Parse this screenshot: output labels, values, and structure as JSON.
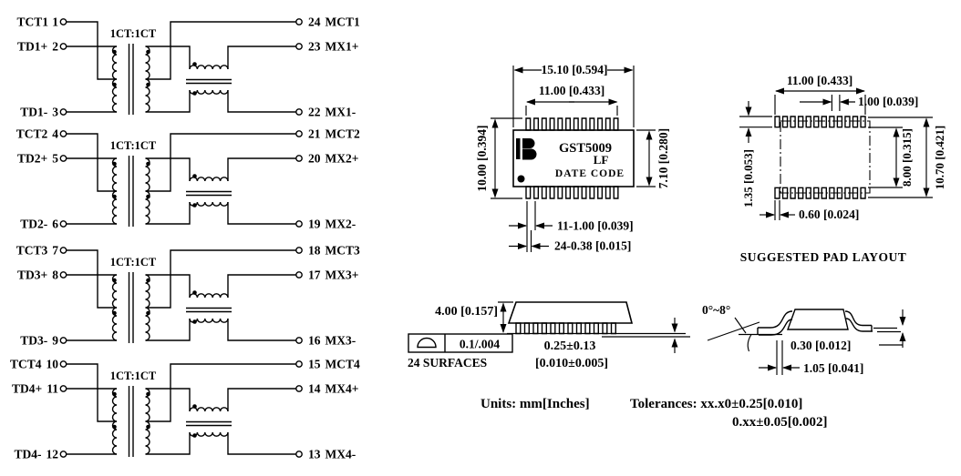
{
  "schematic": {
    "turns_ratio": "1CT:1CT",
    "groups": [
      {
        "left": [
          {
            "label": "TCT1",
            "pin": "1"
          },
          {
            "label": "TD1+",
            "pin": "2"
          },
          {
            "label": "TD1-",
            "pin": "3"
          }
        ],
        "right": [
          {
            "pin": "24",
            "label": "MCT1"
          },
          {
            "pin": "23",
            "label": "MX1+"
          },
          {
            "pin": "22",
            "label": "MX1-"
          }
        ]
      },
      {
        "left": [
          {
            "label": "TCT2",
            "pin": "4"
          },
          {
            "label": "TD2+",
            "pin": "5"
          },
          {
            "label": "TD2-",
            "pin": "6"
          }
        ],
        "right": [
          {
            "pin": "21",
            "label": "MCT2"
          },
          {
            "pin": "20",
            "label": "MX2+"
          },
          {
            "pin": "19",
            "label": "MX2-"
          }
        ]
      },
      {
        "left": [
          {
            "label": "TCT3",
            "pin": "7"
          },
          {
            "label": "TD3+",
            "pin": "8"
          },
          {
            "label": "TD3-",
            "pin": "9"
          }
        ],
        "right": [
          {
            "pin": "18",
            "label": "MCT3"
          },
          {
            "pin": "17",
            "label": "MX3+"
          },
          {
            "pin": "16",
            "label": "MX3-"
          }
        ]
      },
      {
        "left": [
          {
            "label": "TCT4",
            "pin": "10"
          },
          {
            "label": "TD4+",
            "pin": "11"
          },
          {
            "label": "TD4-",
            "pin": "12"
          }
        ],
        "right": [
          {
            "pin": "15",
            "label": "MCT4"
          },
          {
            "pin": "14",
            "label": "MX4+"
          },
          {
            "pin": "13",
            "label": "MX4-"
          }
        ]
      }
    ]
  },
  "top_view": {
    "part_number": "GST5009",
    "suffix": "LF",
    "date_code": "DATE CODE",
    "dim_overall": "15.10 [0.594]",
    "dim_lead_span": "11.00 [0.433]",
    "dim_height": "10.00 [0.394]",
    "dim_body": "7.10 [0.280]",
    "dim_pitch": "11-1.00 [0.039]",
    "dim_lead_width": "24-0.38 [0.015]"
  },
  "pad_layout": {
    "title": "SUGGESTED PAD LAYOUT",
    "dim_span": "11.00 [0.433]",
    "dim_pitch": "1.00 [0.039]",
    "dim_pad_height": "1.35 [0.053]",
    "dim_pad_width": "0.60 [0.024]",
    "dim_inner": "8.00 [0.315]",
    "dim_outer": "10.70 [0.421]"
  },
  "side_view": {
    "dim_height": "4.00 [0.157]",
    "flatness_value": "0.1/.004",
    "surfaces_note": "24 SURFACES",
    "dim_standoff_mm": "0.25±0.13",
    "dim_standoff_in": "[0.010±0.005]"
  },
  "lead_detail": {
    "angle": "0°~8°",
    "dim_thickness": "0.30 [0.012]",
    "dim_foot": "1.05 [0.041]"
  },
  "notes": {
    "units": "Units: mm[Inches]",
    "tolerance1": "Tolerances: xx.x0±0.25[0.010]",
    "tolerance2": "0.xx±0.05[0.002]"
  },
  "colors": {
    "ink": "#000000",
    "paper": "#ffffff"
  }
}
